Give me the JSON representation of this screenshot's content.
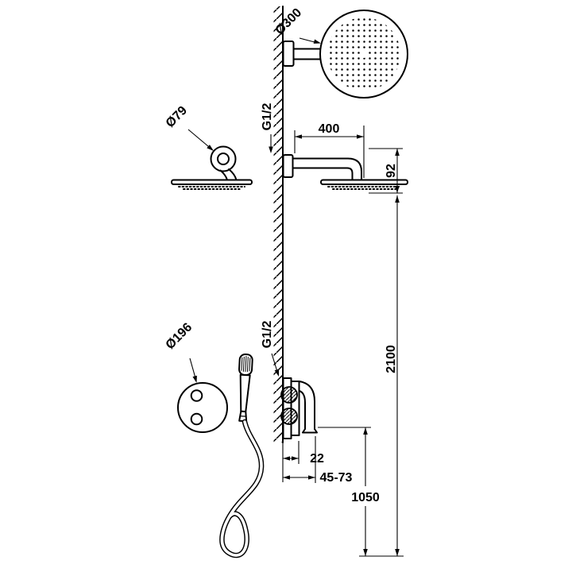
{
  "colors": {
    "line": "#000000",
    "background": "#ffffff"
  },
  "labels": {
    "overhead_shower_diameter": "Ø300",
    "arm_escutcheon_diameter": "Ø79",
    "top_connection_thread": "G1/2",
    "arm_length": "400",
    "arm_drop": "92",
    "overall_height": "2100",
    "valve_plate_diameter": "Ø196",
    "valve_connection_thread": "G1/2",
    "valve_depth": "22",
    "valve_depth_range": "45-73",
    "outlet_height": "1050"
  }
}
